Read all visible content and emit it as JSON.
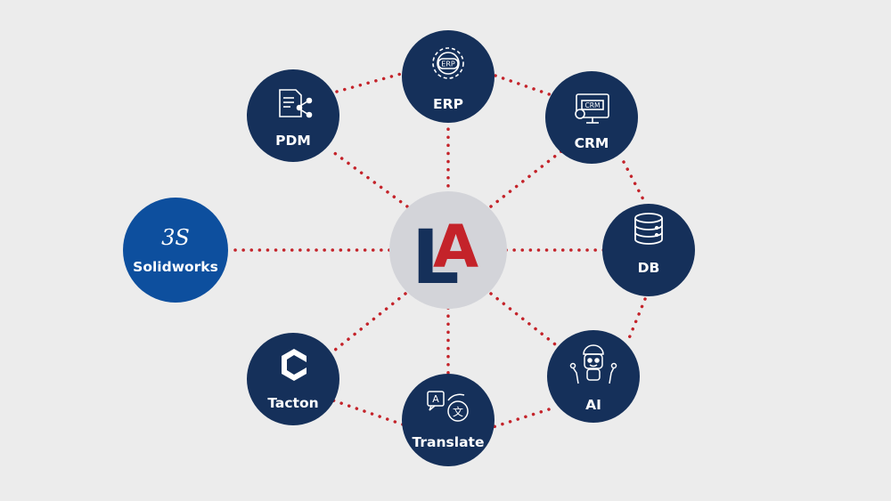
{
  "colors": {
    "background": "#ececec",
    "node_navy": "#15305a",
    "node_blue": "#0d4f9e",
    "center_fill": "#d3d4d9",
    "connector": "#c4232a",
    "logo_navy": "#15305a",
    "logo_red": "#c4232a",
    "icon_stroke": "#ffffff"
  },
  "center": {
    "logo_left_letter": "L",
    "logo_right_letter": "A"
  },
  "nodes": {
    "erp": {
      "label": "ERP",
      "icon": "gear-erp-icon",
      "icon_text": "ERP"
    },
    "crm": {
      "label": "CRM",
      "icon": "crm-monitor-icon",
      "icon_text": "CRM"
    },
    "db": {
      "label": "DB",
      "icon": "database-icon"
    },
    "ai": {
      "label": "AI",
      "icon": "robot-icon"
    },
    "translate": {
      "label": "Translate",
      "icon": "translate-icon",
      "icon_text_a": "A",
      "icon_text_b": "文"
    },
    "tacton": {
      "label": "Tacton",
      "icon": "tacton-logo-icon"
    },
    "solidworks": {
      "label": "Solidworks",
      "icon": "3ds-logo-icon",
      "icon_text": "3S"
    },
    "pdm": {
      "label": "PDM",
      "icon": "document-share-icon"
    }
  }
}
